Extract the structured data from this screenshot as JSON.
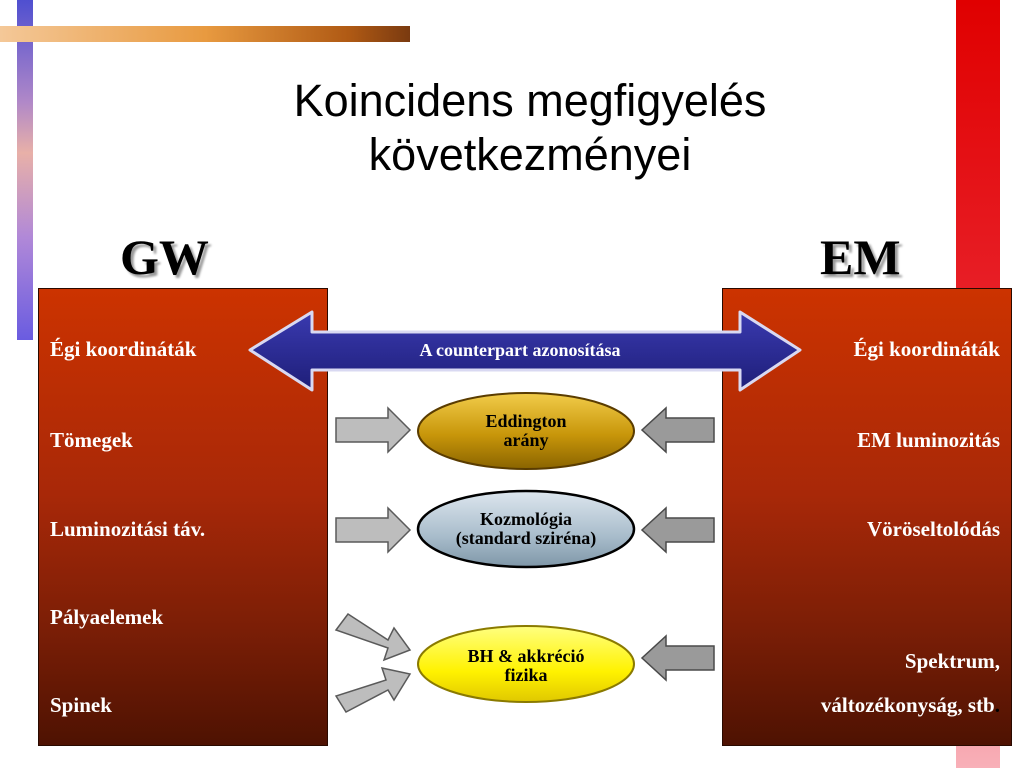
{
  "slide": {
    "title_lines": [
      "Koincidens megfigyelés",
      "következményei"
    ],
    "left_heading": "GW",
    "right_heading": "EM",
    "gw_items": [
      "Égi koordináták",
      "Tömegek",
      "Luminozitási táv.",
      "Pályaelemek",
      "Spinek"
    ],
    "em_items": [
      "Égi koordináták",
      "EM luminozitás",
      "Vöröseltolódás",
      "Spektrum,",
      "változékonyság, stb"
    ],
    "em_last_punct": ".",
    "counterpart_label": "A counterpart azonosítása",
    "ellipses": [
      {
        "line1": "Eddington",
        "line2": "arány"
      },
      {
        "line1": "Kozmológia",
        "line2": "(standard sziréna)"
      },
      {
        "line1": "BH & akkréció",
        "line2": "fizika"
      }
    ]
  },
  "colors": {
    "panel_top": "#cc3300",
    "panel_bottom": "#4e1202",
    "double_arrow": "#2a2a9a",
    "ellipse_gold": "#c8960a",
    "ellipse_blue": "#a8bccb",
    "ellipse_yellow": "#fff200"
  }
}
